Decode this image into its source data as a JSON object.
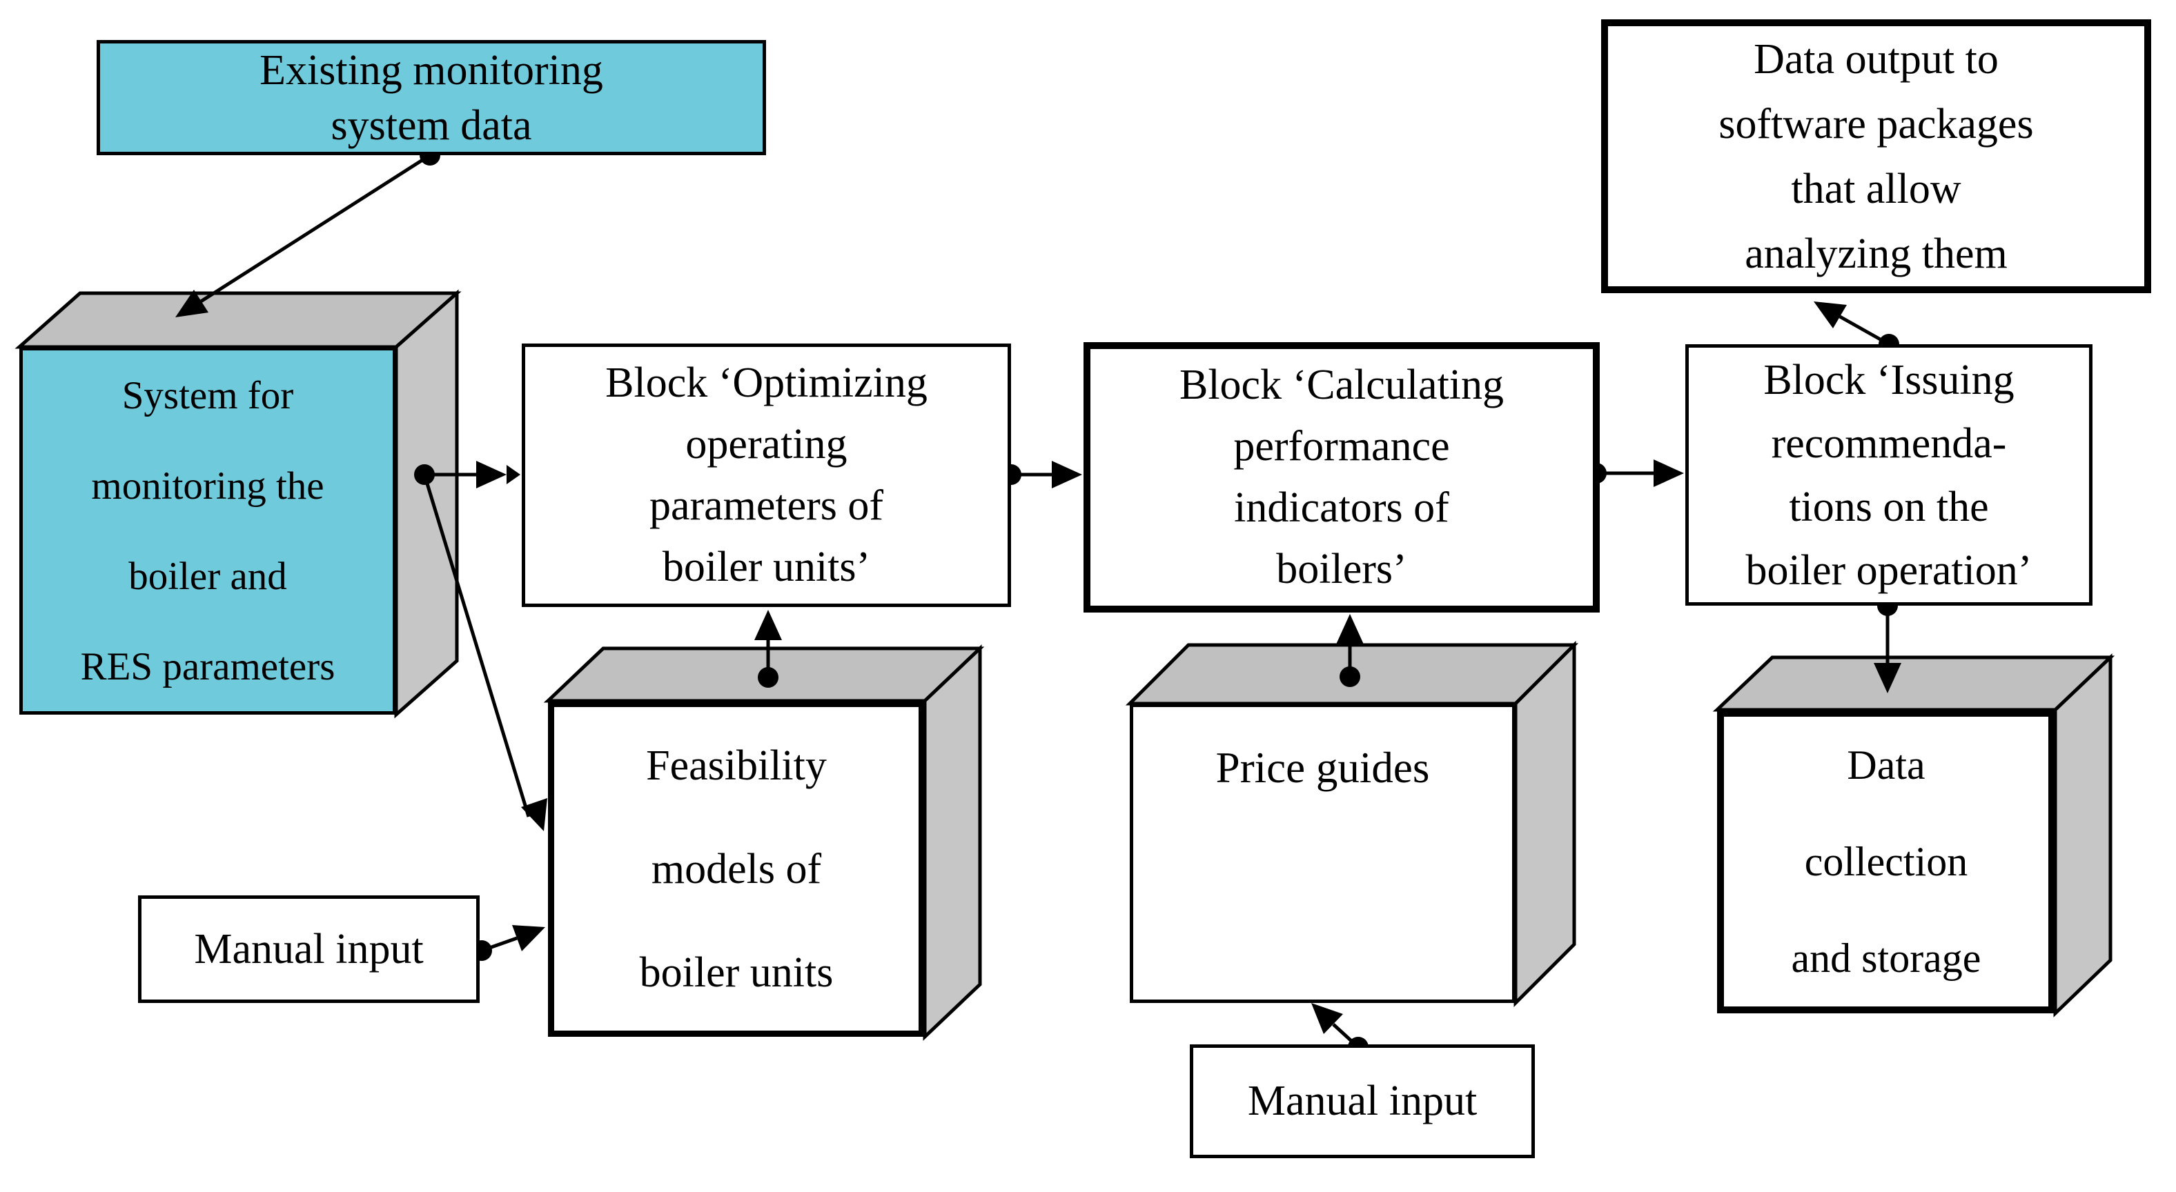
{
  "diagram": {
    "title": "Boiler monitoring software block scheme",
    "colors": {
      "highlight_fill": "#6FCBDC",
      "box_top_fill": "#C0C0C0",
      "box_side_fill": "#C6C6C6",
      "line": "#000000",
      "background": "#FFFFFF"
    },
    "nodes": {
      "existing_monitoring_data": {
        "label": "Existing monitoring\nsystem data",
        "shape": "rectangle",
        "fill": "cyan"
      },
      "monitoring_system": {
        "label": "System for\nmonitoring the\nboiler and\nRES parameters",
        "shape": "3d-box",
        "fill": "cyan"
      },
      "block_optimizing": {
        "label": "Block ‘Optimizing\noperating\nparameters of\nboiler units’",
        "shape": "rectangle",
        "fill": "white"
      },
      "block_calculating": {
        "label": "Block ‘Calculating\nperformance\nindicators of\nboilers’",
        "shape": "rectangle-bold",
        "fill": "white"
      },
      "block_issuing": {
        "label": "Block ‘Issuing\nrecommenda-\ntions on the\nboiler operation’",
        "shape": "rectangle",
        "fill": "white"
      },
      "data_output": {
        "label": "Data output to\nsoftware packages\nthat allow\nanalyzing them",
        "shape": "rectangle-bold",
        "fill": "white"
      },
      "feasibility_models": {
        "label": "Feasibility\nmodels of\nboiler units",
        "shape": "3d-box",
        "fill": "white"
      },
      "price_guides": {
        "label": "Price guides",
        "shape": "3d-box",
        "fill": "white"
      },
      "data_storage": {
        "label": "Data\ncollection\nand storage",
        "shape": "3d-box",
        "fill": "white"
      },
      "manual_input_left": {
        "label": "Manual input",
        "shape": "rectangle",
        "fill": "white"
      },
      "manual_input_bottom": {
        "label": "Manual input",
        "shape": "rectangle",
        "fill": "white"
      }
    },
    "connections": [
      {
        "id": "c1",
        "from": "existing_monitoring_data",
        "to": "monitoring_system"
      },
      {
        "id": "c2",
        "from": "monitoring_system",
        "to": "block_optimizing"
      },
      {
        "id": "c3",
        "from": "monitoring_system",
        "to": "feasibility_models"
      },
      {
        "id": "c4",
        "from": "block_optimizing",
        "to": "block_calculating"
      },
      {
        "id": "c5",
        "from": "block_calculating",
        "to": "block_issuing"
      },
      {
        "id": "c6",
        "from": "feasibility_models",
        "to": "block_optimizing"
      },
      {
        "id": "c7",
        "from": "price_guides",
        "to": "block_calculating"
      },
      {
        "id": "c8",
        "from": "block_issuing",
        "to": "data_output"
      },
      {
        "id": "c9",
        "from": "block_issuing",
        "to": "data_storage"
      },
      {
        "id": "c10",
        "from": "manual_input_bottom",
        "to": "price_guides"
      },
      {
        "id": "c11",
        "from": "manual_input_left",
        "to": "feasibility_models"
      }
    ]
  }
}
